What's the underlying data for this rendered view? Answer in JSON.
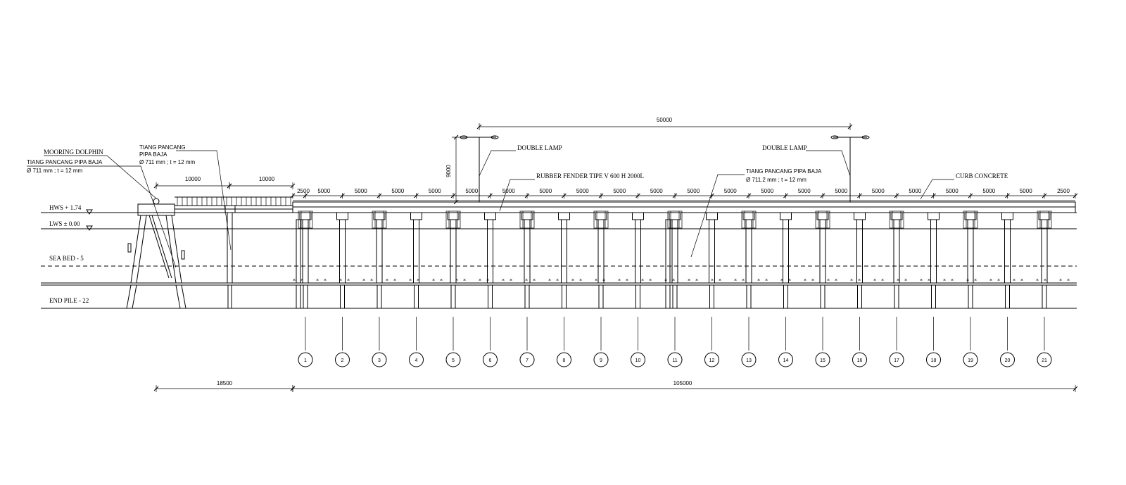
{
  "labels": {
    "mooring_dolphin": "MOORING DOLPHIN",
    "tiang_left_1": "TIANG PANCANG PIPA BAJA",
    "tiang_left_2": "Ø 711 mm ; t = 12 mm",
    "tiang_mid_1": "TIANG PANCANG",
    "tiang_mid_2": "PIPA BAJA",
    "tiang_mid_3": "Ø  711 mm ; t = 12 mm",
    "double_lamp_left": "DOUBLE LAMP",
    "double_lamp_right": "DOUBLE LAMP",
    "rubber_fender": "RUBBER FENDER TIPE V 600 H 2000L",
    "tiang_right_1": "TIANG PANCANG PIPA BAJA",
    "tiang_right_2": "Ø 711.2 mm ; t = 12 mm",
    "curb_concrete": "CURB CONCRETE",
    "hws": "HWS + 1.74",
    "lws": "LWS ± 0.00",
    "sea_bed": "SEA BED - 5",
    "end_pile": "END PILE - 22"
  },
  "dimensions": {
    "lamp_spacing": "50000",
    "lamp_height": "9000",
    "catwalk_span_1": "10000",
    "catwalk_span_2": "10000",
    "bay_end_left": "2500",
    "bay_end_right": "2500",
    "bays": [
      "5000",
      "5000",
      "5000",
      "5000",
      "5000",
      "5000",
      "5000",
      "5000",
      "5000",
      "5000",
      "5000",
      "5000",
      "5000",
      "5000",
      "5000",
      "5000",
      "5000",
      "5000",
      "5000",
      "5000"
    ],
    "total_left": "18500",
    "total_right": "105000"
  },
  "grid_labels": [
    "1",
    "2",
    "3",
    "4",
    "5",
    "6",
    "7",
    "8",
    "9",
    "10",
    "11",
    "12",
    "13",
    "14",
    "15",
    "16",
    "17",
    "18",
    "19",
    "20",
    "21"
  ]
}
